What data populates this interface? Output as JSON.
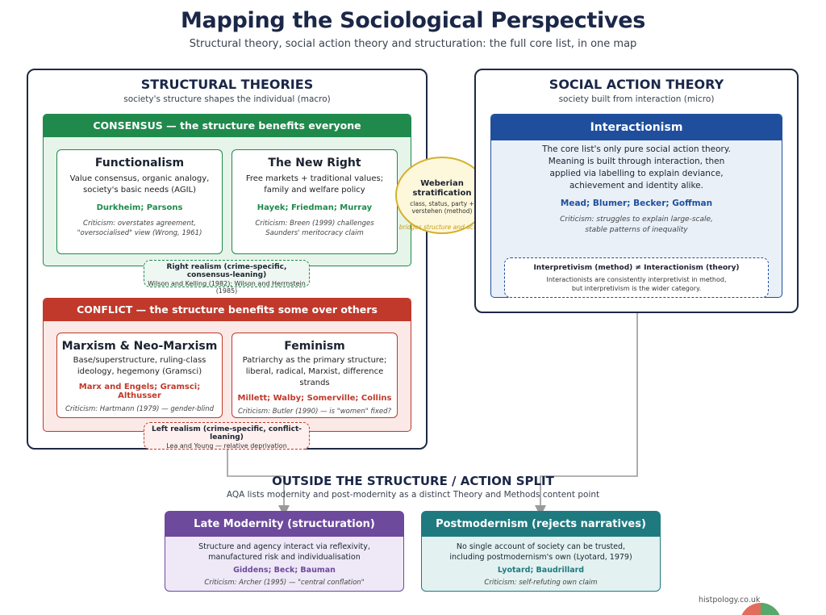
{
  "header": {
    "title": "Mapping the Sociological Perspectives",
    "subtitle": "Structural theory, social action theory and structuration: the full core list, in one map"
  },
  "structural": {
    "title": "STRUCTURAL THEORIES",
    "subtitle": "society's structure shapes the individual (macro)",
    "consensus": {
      "header": "CONSENSUS — the structure benefits everyone",
      "functionalism": {
        "name": "Functionalism",
        "desc1": "Value consensus, organic analogy,",
        "desc2": "society's basic needs (AGIL)",
        "thinkers": "Durkheim; Parsons",
        "crit1": "Criticism: overstates agreement,",
        "crit2": "\"oversocialised\" view (Wrong, 1961)"
      },
      "newright": {
        "name": "The New Right",
        "desc1": "Free markets + traditional values;",
        "desc2": "family and welfare policy",
        "thinkers": "Hayek; Friedman; Murray",
        "crit1": "Criticism: Breen (1999) challenges",
        "crit2": "Saunders' meritocracy claim"
      }
    },
    "right_realism": {
      "title": "Right realism (crime-specific, consensus-leaning)",
      "sub": "Wilson and Kelling (1982); Wilson and Herrnstein (1985)"
    },
    "conflict": {
      "header": "CONFLICT — the structure benefits some over others",
      "marxism": {
        "name": "Marxism & Neo-Marxism",
        "desc1": "Base/superstructure, ruling-class",
        "desc2": "ideology, hegemony (Gramsci)",
        "thinkers": "Marx and Engels; Gramsci; Althusser",
        "crit1": "Criticism: Hartmann (1979) — gender-blind"
      },
      "feminism": {
        "name": "Feminism",
        "desc1": "Patriarchy as the primary structure;",
        "desc2": "liberal, radical, Marxist, difference strands",
        "thinkers": "Millett; Walby; Somerville; Collins",
        "crit1": "Criticism: Butler (1990) — is \"women\" fixed?"
      }
    },
    "left_realism": {
      "title": "Left realism (crime-specific, conflict-leaning)",
      "sub": "Lea and Young — relative deprivation"
    }
  },
  "weberian": {
    "title1": "Weberian",
    "title2": "stratification",
    "sub1": "class, status, party +",
    "sub2": "verstehen (method)",
    "bridge": "bridges structure and action"
  },
  "action": {
    "title": "SOCIAL ACTION THEORY",
    "subtitle": "society built from interaction (micro)",
    "interactionism": {
      "header": "Interactionism",
      "desc1": "The core list's only pure social action theory.",
      "desc2": "Meaning is built through interaction, then",
      "desc3": "applied via labelling to explain deviance,",
      "desc4": "achievement and identity alike.",
      "thinkers": "Mead; Blumer; Becker; Goffman",
      "crit1": "Criticism: struggles to explain large-scale,",
      "crit2": "stable patterns of inequality"
    },
    "interpretivism": {
      "title": "Interpretivism (method) ≠ Interactionism (theory)",
      "sub1": "Interactionists are consistently interpretivist in method,",
      "sub2": "but interpretivism is the wider category."
    }
  },
  "outside": {
    "title": "OUTSIDE THE STRUCTURE / ACTION SPLIT",
    "subtitle": "AQA lists modernity and post-modernity as a distinct Theory and Methods content point",
    "late": {
      "header": "Late Modernity (structuration)",
      "desc1": "Structure and agency interact via reflexivity,",
      "desc2": "manufactured risk and individualisation",
      "thinkers": "Giddens; Beck; Bauman",
      "crit": "Criticism: Archer (1995) — \"central conflation\""
    },
    "post": {
      "header": "Postmodernism (rejects narratives)",
      "desc1": "No single account of society can be trusted,",
      "desc2": "including postmodernism's own (Lyotard, 1979)",
      "thinkers": "Lyotard; Baudrillard",
      "crit": "Criticism: self-refuting own claim"
    }
  },
  "footer": {
    "site": "histpology.co.uk"
  },
  "colors": {
    "navy": "#1e2a44",
    "consensus": "#1f8a4c",
    "conflict": "#c0392b",
    "interactionism": "#1f4f9c",
    "late": "#6d4a9c",
    "post": "#1f7a80",
    "weberian": "#d4b12c"
  }
}
